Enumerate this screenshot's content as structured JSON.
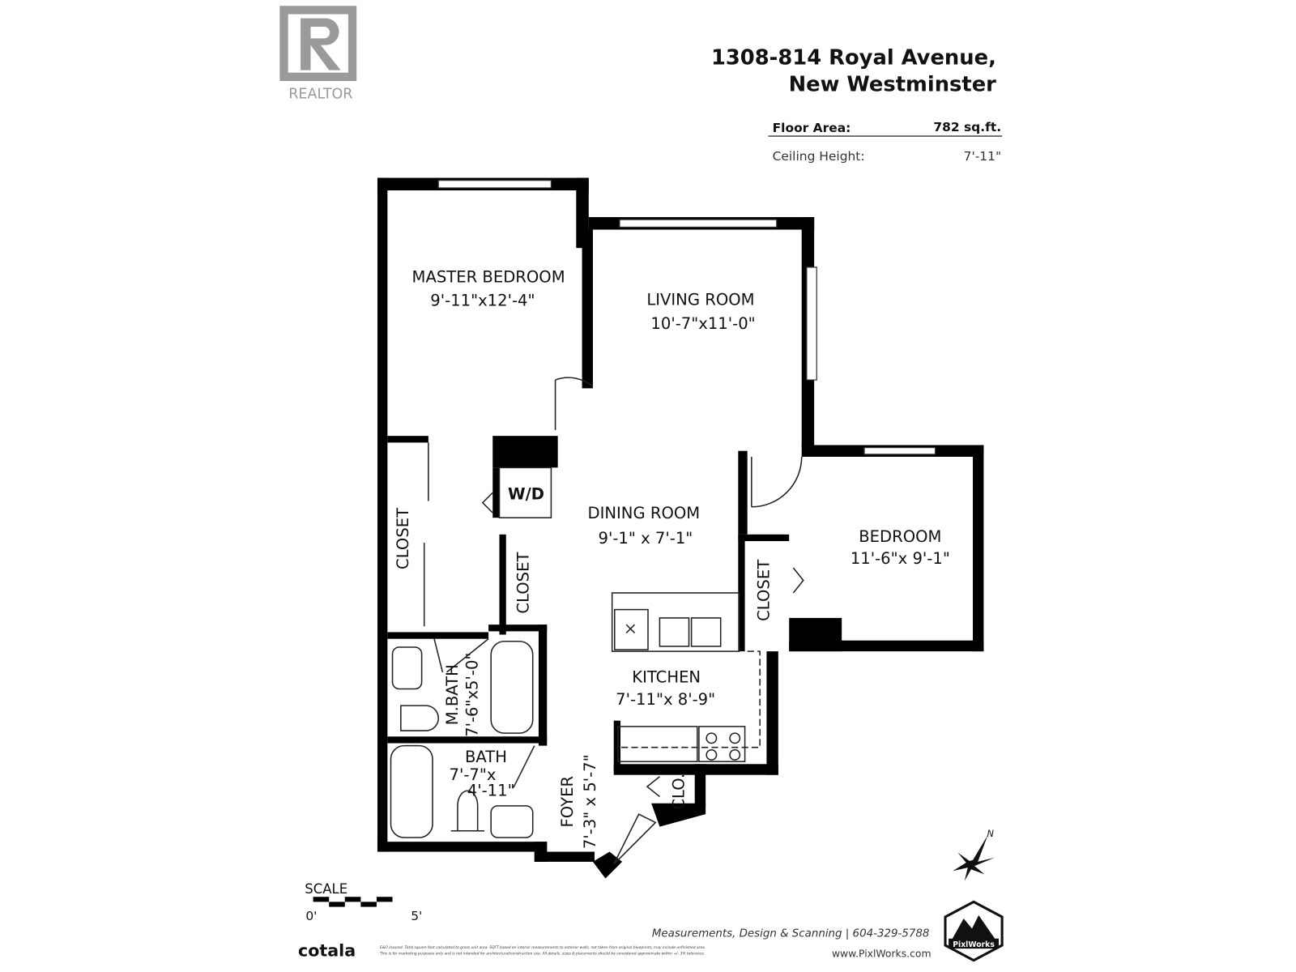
{
  "header": {
    "realtor_logo_text": "REALTOR",
    "address_line1": "1308-814 Royal Avenue,",
    "address_line2": "New Westminster",
    "floor_area_label": "Floor Area:",
    "floor_area_value": "782 sq.ft.",
    "ceiling_label": "Ceiling Height:",
    "ceiling_value": "7'-11\""
  },
  "rooms": {
    "master_bedroom": {
      "name": "MASTER BEDROOM",
      "size": "9'-11\"x12'-4\""
    },
    "living_room": {
      "name": "LIVING ROOM",
      "size": "10'-7\"x11'-0\""
    },
    "dining_room": {
      "name": "DINING ROOM",
      "size": "9'-1\" x 7'-1\""
    },
    "bedroom": {
      "name": "BEDROOM",
      "size": "11'-6\"x 9'-1\""
    },
    "kitchen": {
      "name": "KITCHEN",
      "size": "7'-11\"x 8'-9\""
    },
    "master_bath": {
      "name": "M.BATH",
      "size": "7'-6\"x5'-0\""
    },
    "bath": {
      "name": "BATH",
      "size_line1": "7'-7\"x",
      "size_line2": "4'-11\""
    },
    "foyer": {
      "name": "FOYER",
      "size": "7'-3\" x 5'-7\""
    },
    "wd": "W/D",
    "closet": "CLOSET",
    "clo": "CLO."
  },
  "compass": {
    "north": "N"
  },
  "scale": {
    "label": "SCALE",
    "start": "0'",
    "end": "5'"
  },
  "footer": {
    "brand": "cotala",
    "credits": "Measurements, Design & Scanning | 604-329-5788",
    "website": "www.PixlWorks.com",
    "logo_text": "PixlWorks",
    "disclaimer1": "E&O insured.  Total square foot calculated to gross unit area. SQFT based on interior measurements to exterior walls, not taken from original blueprints; may include unfinished area.",
    "disclaimer2": "This is for marketing purposes only and is not intended for architectural/construction use.  All details, sizes & placements should be considered approximate within +/- 3% tolerance."
  }
}
